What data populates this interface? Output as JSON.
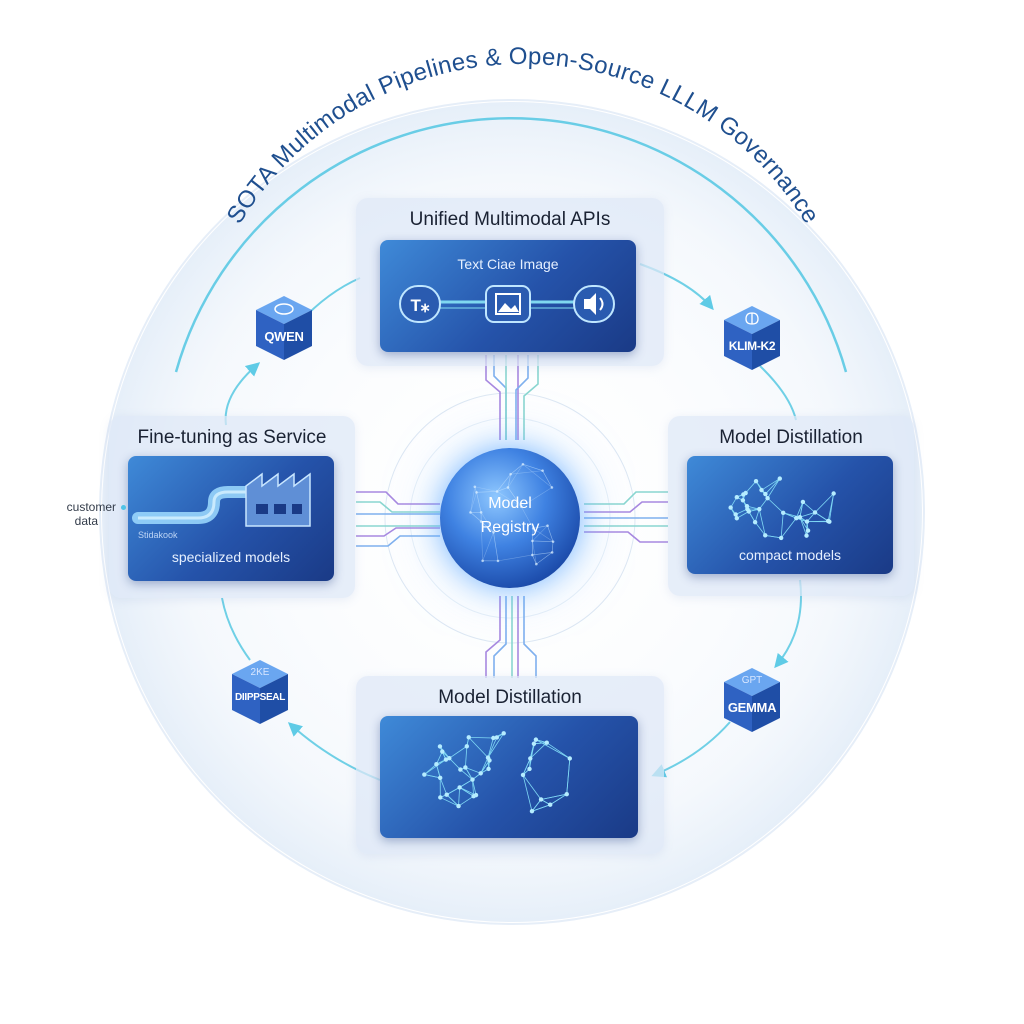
{
  "title": "SOTA Multimodal Pipelines & Open-Source LLLM Governance",
  "center": {
    "label_line1": "Model",
    "label_line2": "Registry"
  },
  "cards": {
    "top": {
      "title": "Unified Multimodal APIs",
      "panel_text": "Text Ciae Image",
      "icons": [
        "text-icon",
        "image-icon",
        "audio-icon"
      ]
    },
    "left": {
      "title": "Fine-tuning as Service",
      "panel_small_text": "Stidakook",
      "panel_text": "specialized models",
      "icons": [
        "pipe-icon",
        "factory-icon"
      ]
    },
    "right": {
      "title": "Model Distillation",
      "panel_text": "compact models",
      "icons": [
        "network-icon"
      ]
    },
    "bottom": {
      "title": "Model Distillation",
      "icons": [
        "network-icon"
      ]
    }
  },
  "cubes": {
    "qwen": {
      "label": "QWEN",
      "icon": "cloud-icon"
    },
    "kimi": {
      "label": "KLIM-K2",
      "icon": "brain-icon"
    },
    "gemma": {
      "label": "GEMMA",
      "sublabel": "GPT"
    },
    "deepseal": {
      "label": "DIIPPSEAL",
      "sublabel": "2KE"
    }
  },
  "side_label": {
    "line1": "customer",
    "line2": "data"
  },
  "colors": {
    "accent": "#4fc3e6",
    "panel_dark": "#1a3a86",
    "panel_light": "#3f8ad8",
    "title_text": "#1f4f8f",
    "card_bg": "#dee8f6"
  }
}
